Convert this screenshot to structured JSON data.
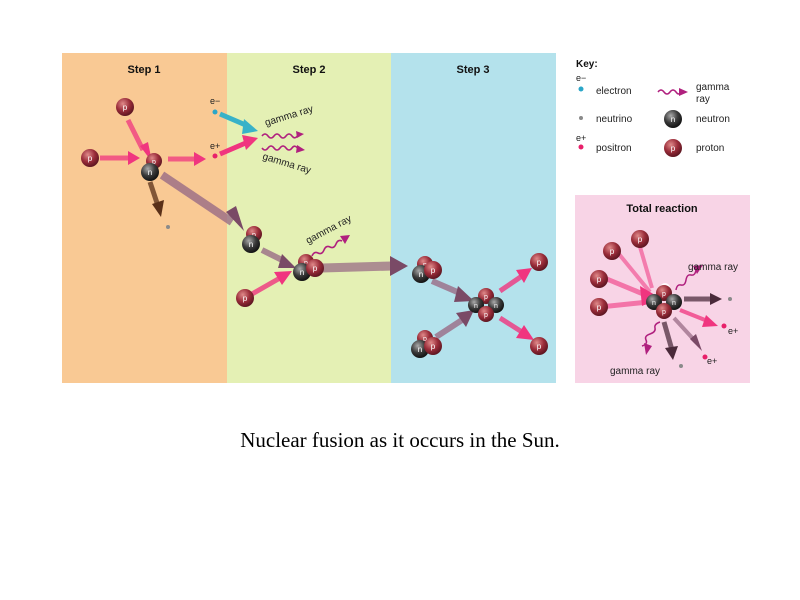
{
  "panels": {
    "step1_title": "Step 1",
    "step2_title": "Step 2",
    "step3_title": "Step 3",
    "total_title": "Total reaction",
    "colors": {
      "step1": "#f9c994",
      "step2": "#e4f0b4",
      "step3": "#b4e2ec",
      "total": "#f8d4e6"
    }
  },
  "key": {
    "title": "Key:",
    "electron_symbol": "e−",
    "electron": "electron",
    "neutrino": "neutrino",
    "positron_symbol": "e+",
    "positron": "positron",
    "gamma_ray": "gamma",
    "gamma_ray_2": "ray",
    "neutron": "neutron",
    "proton": "proton"
  },
  "labels": {
    "proton": "p",
    "neutron": "n",
    "electron": "e−",
    "positron": "e+",
    "gamma_ray": "gamma ray"
  },
  "colors": {
    "proton": "#9b2d3a",
    "neutron": "#333333",
    "pink_arrow": "#f0357f",
    "mauve_arrow": "#9a6c86",
    "brown_arrow": "#5a3018",
    "cyan_arrow": "#38b2c8",
    "gamma": "#b0207e",
    "electron": "#2aa6c8",
    "positron": "#e8206a",
    "neutrino": "#8a8a8a"
  },
  "caption": "Nuclear fusion as it occurs in the Sun."
}
